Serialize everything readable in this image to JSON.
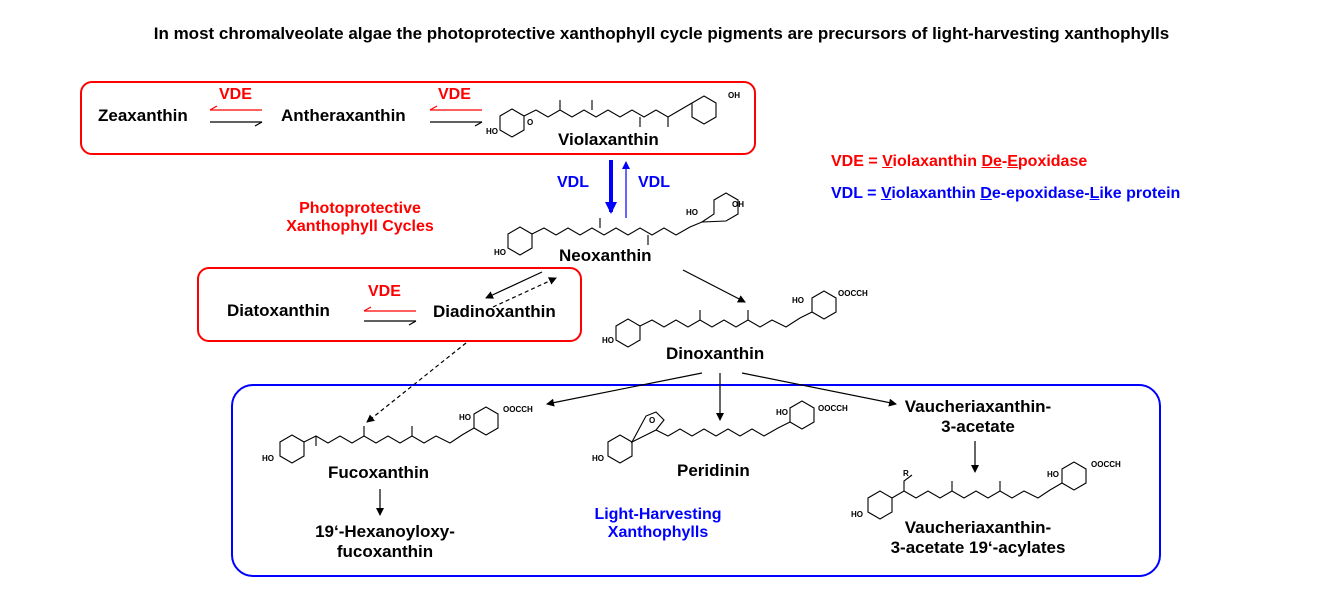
{
  "title": "In most chromalveolate algae the photoprotective xanthophyll cycle pigments are precursors of light-harvesting xanthophylls",
  "compounds": {
    "zeaxanthin": "Zeaxanthin",
    "antheraxanthin": "Antheraxanthin",
    "violaxanthin": "Violaxanthin",
    "neoxanthin": "Neoxanthin",
    "diatoxanthin": "Diatoxanthin",
    "diadinoxanthin": "Diadinoxanthin",
    "dinoxanthin": "Dinoxanthin",
    "fucoxanthin": "Fucoxanthin",
    "hexanoyloxy_line1": "19‘-Hexanoyloxy-",
    "hexanoyloxy_line2": "fucoxanthin",
    "peridinin": "Peridinin",
    "vaucheriaxanthin_line1": "Vaucheriaxanthin-",
    "vaucheriaxanthin_line2": "3-acetate",
    "vaucheriaxanthin_acyl_line1": "Vaucheriaxanthin-",
    "vaucheriaxanthin_acyl_line2": "3-acetate 19‘-acylates"
  },
  "enzymes": {
    "vde1": "VDE",
    "vde2": "VDE",
    "vde3": "VDE",
    "vdl_left": "VDL",
    "vdl_right": "VDL"
  },
  "group_labels": {
    "photoprotective_line1": "Photoprotective",
    "photoprotective_line2": "Xanthophyll Cycles",
    "light_harvesting_line1": "Light-Harvesting",
    "light_harvesting_line2": "Xanthophylls"
  },
  "legend": {
    "vde": {
      "prefix": "VDE = ",
      "parts": [
        "V",
        "iolaxanthin ",
        "De",
        "-",
        "E",
        "poxidase"
      ]
    },
    "vdl": {
      "prefix": "VDL = ",
      "parts": [
        "V",
        "iolaxanthin ",
        "D",
        "e-epoxidase-",
        "L",
        "ike protein"
      ]
    }
  },
  "atom_labels": {
    "ho": "HO",
    "oh": "OH",
    "o": "O",
    "ooacch3": "OOCCH",
    "r": "R"
  },
  "colors": {
    "red": "#ff0000",
    "blue": "#0000ff",
    "black": "#000000"
  }
}
